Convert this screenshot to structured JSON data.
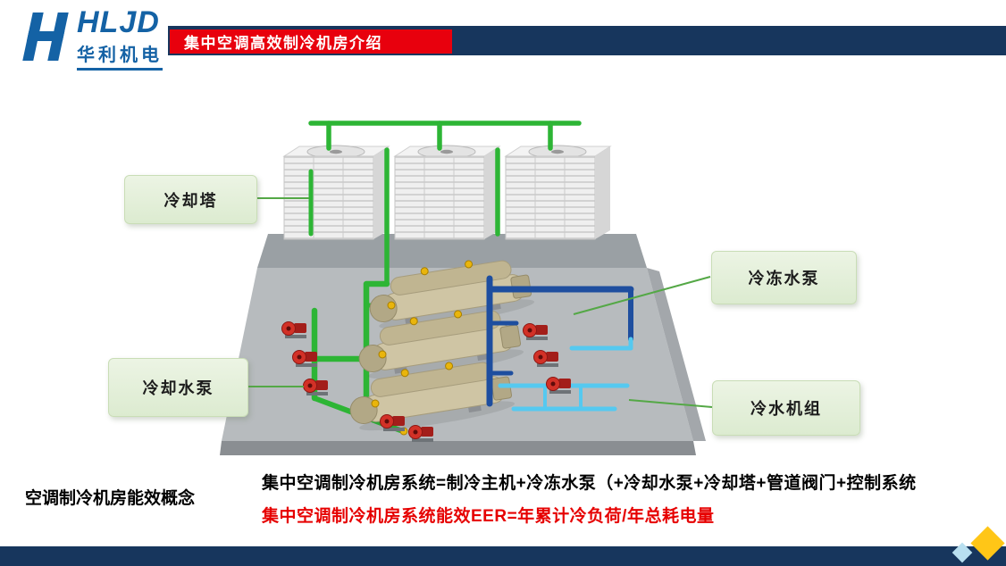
{
  "header": {
    "logo": {
      "acronym": "HLJD",
      "company": "华利机电"
    },
    "title": "集中空调高效制冷机房介绍"
  },
  "diagram": {
    "labels": [
      {
        "id": "cooling-tower",
        "text": "冷却塔"
      },
      {
        "id": "chilled-water-pump",
        "text": "冷冻水泵"
      },
      {
        "id": "cooling-water-pump",
        "text": "冷却水泵"
      },
      {
        "id": "chiller-unit",
        "text": "冷水机组"
      }
    ]
  },
  "notes": {
    "concept_label": "空调制冷机房能效概念",
    "formula_system": "集中空调制冷机房系统=制冷主机+冷冻水泵（+冷却水泵+冷却塔+管道阀门+控制系统",
    "formula_eer": "集中空调制冷机房系统能效EER=年累计冷负荷/年总耗电量"
  },
  "colors": {
    "header_bar": "#17365d",
    "title_ribbon_red": "#e8000d",
    "logo_blue": "#1462a5",
    "callout_bg": "#e3efd8",
    "pipe_green": "#2db535",
    "pipe_dark_blue": "#1e4e9f",
    "pipe_cyan": "#55c9f0",
    "pump_red": "#d23127",
    "accent_yellow": "#ffc617",
    "eer_text_red": "#e60000"
  }
}
